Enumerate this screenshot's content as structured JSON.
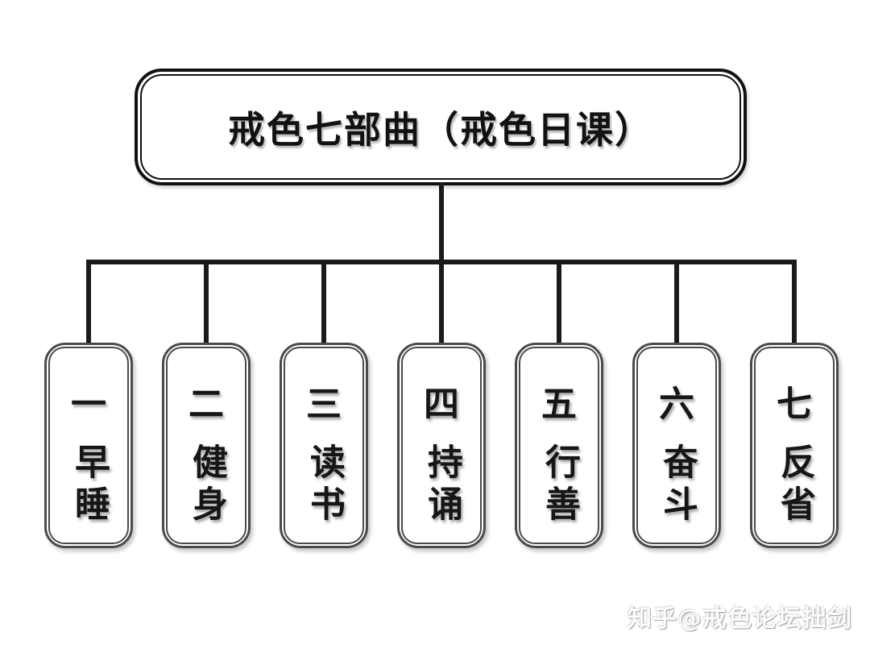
{
  "diagram": {
    "title": "戒色七部曲（戒色日课）",
    "nodes": [
      {
        "num": "一",
        "label": "早睡"
      },
      {
        "num": "二",
        "label": "健身"
      },
      {
        "num": "三",
        "label": "读书"
      },
      {
        "num": "四",
        "label": "持诵"
      },
      {
        "num": "五",
        "label": "行善"
      },
      {
        "num": "六",
        "label": "奋斗"
      },
      {
        "num": "七",
        "label": "反省"
      }
    ],
    "watermark": "知乎@戒色论坛拙剑",
    "colors": {
      "background": "#ffffff",
      "line": "#1b1b1b",
      "title_border": "#111111",
      "node_border": "#4a4a4a",
      "text": "#161616",
      "watermark_text": "#fbfbfb"
    }
  }
}
